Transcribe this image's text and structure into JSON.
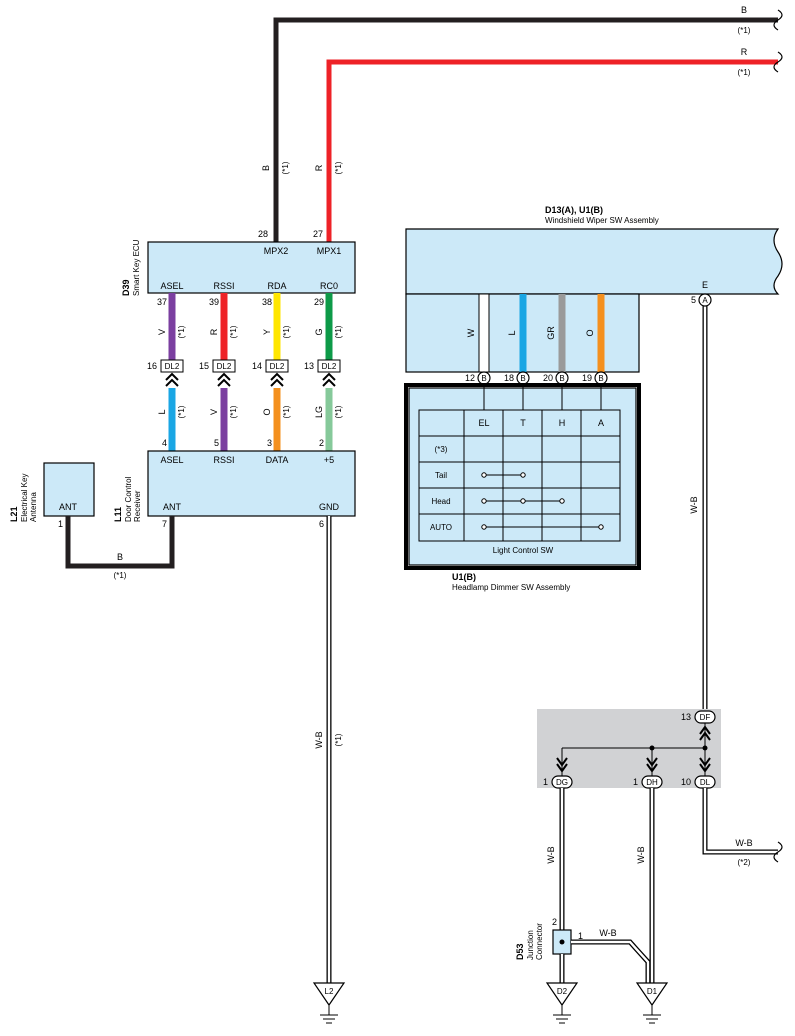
{
  "wires": {
    "b_top": {
      "color": "B",
      "note": "(*1)"
    },
    "r_top": {
      "color": "R",
      "note": "(*1)"
    },
    "antenna_wire": {
      "color": "B",
      "note": "(*1)"
    },
    "gnd_wire": {
      "color": "W-B",
      "note": "(*1)"
    },
    "we_right": {
      "color": "W-B"
    },
    "junction_out": {
      "color": "W-B",
      "note": "(*2)"
    },
    "dg_wire": {
      "color": "W-B"
    },
    "dh_wire": {
      "color": "W-B"
    },
    "d53_wire": {
      "color": "W-B"
    }
  },
  "smart_key_ecu": {
    "code": "D39",
    "name": "Smart Key ECU",
    "top_pins": [
      {
        "num": "28",
        "label": "MPX2"
      },
      {
        "num": "27",
        "label": "MPX1"
      }
    ],
    "bottom_pins": [
      {
        "num": "37",
        "label": "ASEL",
        "wire": "V",
        "note": "(*1)",
        "color": "#7b3fa0"
      },
      {
        "num": "39",
        "label": "RSSI",
        "wire": "R",
        "note": "(*1)",
        "color": "#ee2227"
      },
      {
        "num": "38",
        "label": "RDA",
        "wire": "Y",
        "note": "(*1)",
        "color": "#ffe600"
      },
      {
        "num": "29",
        "label": "RC0",
        "wire": "G",
        "note": "(*1)",
        "color": "#0d9a48"
      }
    ]
  },
  "dl2_connectors": [
    {
      "num": "16",
      "label": "DL2"
    },
    {
      "num": "15",
      "label": "DL2"
    },
    {
      "num": "14",
      "label": "DL2"
    },
    {
      "num": "13",
      "label": "DL2"
    }
  ],
  "door_receiver": {
    "code": "L11",
    "name_line1": "Door Control",
    "name_line2": "Receiver",
    "top_pins": [
      {
        "num": "4",
        "label": "ASEL",
        "wire": "L",
        "note": "(*1)",
        "color": "#1aa6e4"
      },
      {
        "num": "5",
        "label": "RSSI",
        "wire": "V",
        "note": "(*1)",
        "color": "#7b3fa0"
      },
      {
        "num": "3",
        "label": "DATA",
        "wire": "O",
        "note": "(*1)",
        "color": "#f4901e"
      },
      {
        "num": "2",
        "label": "+5",
        "wire": "LG",
        "note": "(*1)",
        "color": "#86c99a"
      }
    ],
    "ant_pin": {
      "num": "7",
      "label": "ANT"
    },
    "gnd_pin": {
      "num": "6",
      "label": "GND"
    }
  },
  "antenna": {
    "code": "L21",
    "name_line1": "Electrical Key",
    "name_line2": "Antenna",
    "pin": {
      "num": "1",
      "label": "ANT"
    }
  },
  "wiper": {
    "codes": "D13(A), U1(B)",
    "name": "Windshield Wiper SW Assembly",
    "e_pin": {
      "num": "5",
      "conn": "A",
      "label": "E"
    },
    "inner_wires": [
      {
        "wire": "W",
        "color": "#ffffff"
      },
      {
        "wire": "L",
        "color": "#1aa6e4"
      },
      {
        "wire": "GR",
        "color": "#9a9a9a"
      },
      {
        "wire": "O",
        "color": "#f4901e"
      }
    ],
    "b_pins": [
      {
        "num": "12",
        "conn": "B"
      },
      {
        "num": "18",
        "conn": "B"
      },
      {
        "num": "20",
        "conn": "B"
      },
      {
        "num": "19",
        "conn": "B"
      }
    ]
  },
  "light_sw": {
    "name": "Light Control SW",
    "columns": [
      "EL",
      "T",
      "H",
      "A"
    ],
    "rows": [
      "(*3)",
      "Tail",
      "Head",
      "AUTO"
    ]
  },
  "headlamp": {
    "code": "U1(B)",
    "name": "Headlamp Dimmer SW Assembly"
  },
  "junction_block": {
    "top": {
      "num": "13",
      "label": "DF"
    },
    "outs": [
      {
        "num": "1",
        "label": "DG"
      },
      {
        "num": "1",
        "label": "DH"
      },
      {
        "num": "10",
        "label": "DL"
      }
    ]
  },
  "junction_connector": {
    "code": "D53",
    "name_line1": "Junction",
    "name_line2": "Connector",
    "pin_top": "2",
    "pin_side": "1"
  },
  "grounds": [
    {
      "label": "L2"
    },
    {
      "label": "D2"
    },
    {
      "label": "D1"
    }
  ]
}
